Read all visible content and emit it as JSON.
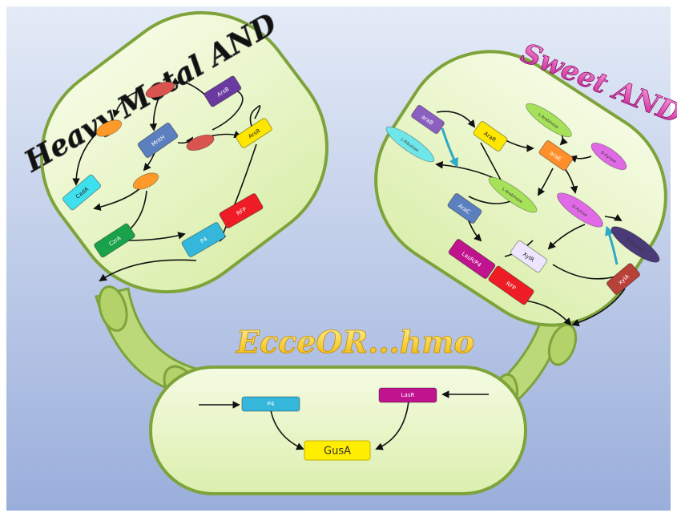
{
  "titles": {
    "heavy_metal": "Heavy Metal AND",
    "sweet": "Sweet AND",
    "ecceor": "EcceOR...hmo"
  },
  "left_cell": {
    "arsb": "ArsB",
    "mnth": "MntH",
    "arsr": "ArsR",
    "cada": "CadA",
    "czra": "CzrA",
    "p4": "P4",
    "rfp": "RFP"
  },
  "right_cell": {
    "arab_box": "araB",
    "arar": "AraR",
    "arae": "araE",
    "arac": "AraC",
    "lasr_p4": "LasR/P4",
    "rfp": "RFP",
    "xylr": "XylR",
    "xyla": "xylA",
    "l_arabinose_top": "L-Arabinose",
    "l_arabinose_mid": "L-Arabinose",
    "l_ribulose": "L-Ribulose",
    "d_xylose_out": "D-Xylose",
    "d_xylose_in": "D-Xylose",
    "d_xylulose": "D-Xylulose"
  },
  "bottom_cell": {
    "p4": "P4",
    "lasr": "LasR",
    "gusa": "GusA"
  },
  "colors": {
    "background_top": "#dfe7f5",
    "background_bottom": "#9db0dc",
    "cell_fill": "#e7f4c0",
    "cell_stroke": "#7ea33a",
    "purple": "#6a3aa0",
    "steel_blue": "#5b7fbf",
    "yellow": "#ffe600",
    "cyan": "#3fe0ee",
    "green": "#1aa24a",
    "sky": "#35b7dc",
    "red": "#ee1c25",
    "magenta": "#c0138e",
    "orange": "#ff8f2a",
    "salmon": "#d9534f",
    "lilac": "#eee6ff"
  }
}
